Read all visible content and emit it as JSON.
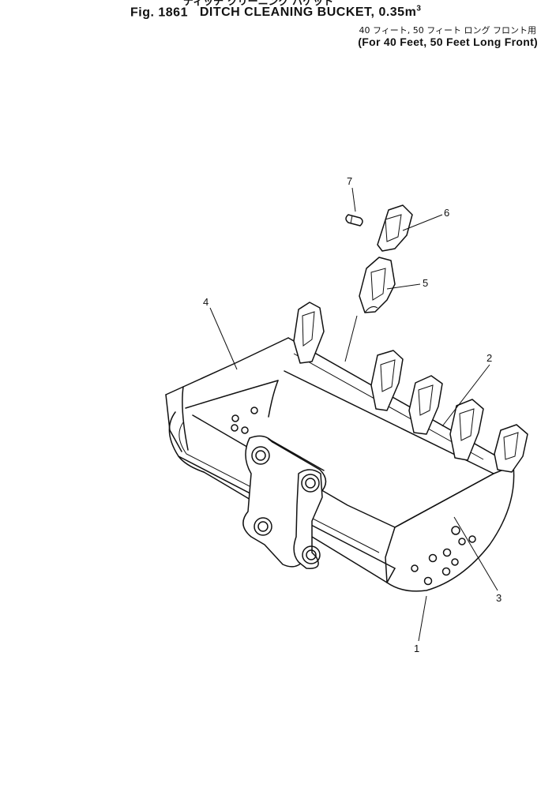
{
  "header": {
    "top_clipped_japanese": "ディッチ クリーニング バケット",
    "figure_label": "Fig. 1861",
    "title": "DITCH CLEANING BUCKET, 0.35m",
    "title_superscript": "3",
    "japanese_subtitle": "40 フィート, 50 フィート ロング フロント用",
    "english_subtitle": "(For 40 Feet, 50 Feet Long Front)"
  },
  "callouts": [
    {
      "label": "1",
      "part": "bucket"
    },
    {
      "label": "2",
      "part": "cutting-edge"
    },
    {
      "label": "3",
      "part": "side-plate-right"
    },
    {
      "label": "4",
      "part": "side-plate-left"
    },
    {
      "label": "5",
      "part": "tooth-adapter"
    },
    {
      "label": "6",
      "part": "tooth-point"
    },
    {
      "label": "7",
      "part": "lock-pin"
    }
  ]
}
